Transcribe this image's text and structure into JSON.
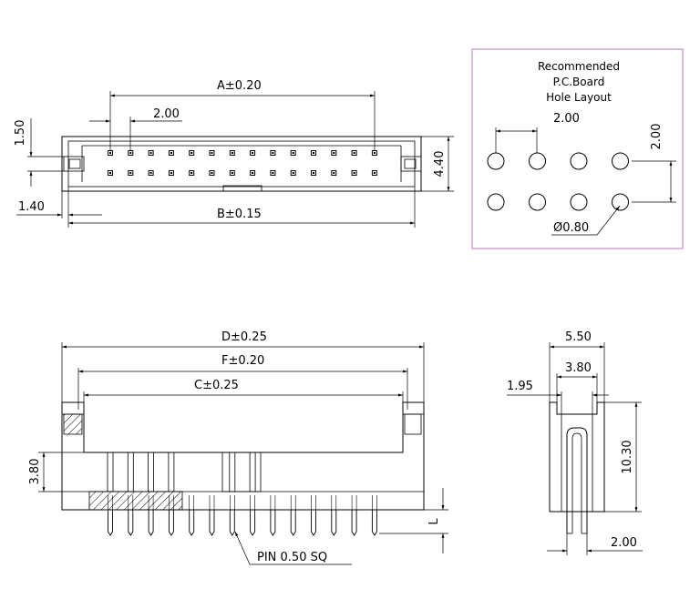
{
  "top_view": {
    "dim_a": "A±0.20",
    "dim_pitch": "2.00",
    "dim_b": "B±0.15",
    "dim_left_height": "1.50",
    "dim_left_offset": "1.40",
    "dim_right_height": "4.40"
  },
  "pcb_layout": {
    "title_line1": "Recommended",
    "title_line2": "P.C.Board",
    "title_line3": "Hole  Layout",
    "dim_pitch_x": "2.00",
    "dim_pitch_y": "2.00",
    "dim_hole": "Ø0.80",
    "border_color": "#c38fc3"
  },
  "front_view": {
    "dim_d": "D±0.25",
    "dim_f": "F±0.20",
    "dim_c": "C±0.25",
    "dim_height": "3.80",
    "dim_l": "L",
    "pin_note": "PIN  0.50  SQ"
  },
  "side_view": {
    "dim_width": "5.50",
    "dim_inner": "3.80",
    "dim_wall": "1.95",
    "dim_height": "10.30",
    "dim_pitch": "2.00"
  }
}
